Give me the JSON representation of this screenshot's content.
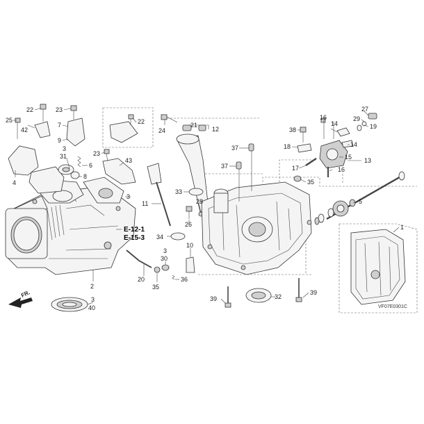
{
  "diagram": {
    "code": "VF07E0301C",
    "direction_label": "FR.",
    "references": [
      "E-12-1",
      "E-15-3"
    ]
  },
  "callouts": [
    {
      "id": "c25",
      "text": "25"
    },
    {
      "id": "c42",
      "text": "42"
    },
    {
      "id": "c22a",
      "text": "22"
    },
    {
      "id": "c23a",
      "text": "23"
    },
    {
      "id": "c7",
      "text": "7"
    },
    {
      "id": "c9",
      "text": "9"
    },
    {
      "id": "c3a",
      "text": "3"
    },
    {
      "id": "c31",
      "text": "31"
    },
    {
      "id": "c4",
      "text": "4"
    },
    {
      "id": "c6",
      "text": "6"
    },
    {
      "id": "c8",
      "text": "8"
    },
    {
      "id": "c23b",
      "text": "23"
    },
    {
      "id": "c43",
      "text": "43"
    },
    {
      "id": "c22b",
      "text": "22"
    },
    {
      "id": "c24",
      "text": "24"
    },
    {
      "id": "c21",
      "text": "21"
    },
    {
      "id": "c12",
      "text": "12"
    },
    {
      "id": "c3b",
      "text": "3"
    },
    {
      "id": "c11",
      "text": "11"
    },
    {
      "id": "c33",
      "text": "33"
    },
    {
      "id": "c28",
      "text": "28"
    },
    {
      "id": "c26",
      "text": "26"
    },
    {
      "id": "c34",
      "text": "34"
    },
    {
      "id": "c10",
      "text": "10"
    },
    {
      "id": "c3c",
      "text": "3"
    },
    {
      "id": "c30",
      "text": "30"
    },
    {
      "id": "c20",
      "text": "20"
    },
    {
      "id": "c35a",
      "text": "35"
    },
    {
      "id": "c36",
      "text": "36"
    },
    {
      "id": "c2",
      "text": "2"
    },
    {
      "id": "c3d",
      "text": "3"
    },
    {
      "id": "c40",
      "text": "40"
    },
    {
      "id": "c37a",
      "text": "37"
    },
    {
      "id": "c37b",
      "text": "37"
    },
    {
      "id": "c39a",
      "text": "39"
    },
    {
      "id": "c32",
      "text": "32"
    },
    {
      "id": "c39b",
      "text": "39"
    },
    {
      "id": "c38",
      "text": "38"
    },
    {
      "id": "c18",
      "text": "18"
    },
    {
      "id": "c16a",
      "text": "16"
    },
    {
      "id": "c14a",
      "text": "14"
    },
    {
      "id": "c14b",
      "text": "14"
    },
    {
      "id": "c15",
      "text": "15"
    },
    {
      "id": "c17",
      "text": "17"
    },
    {
      "id": "c16b",
      "text": "16"
    },
    {
      "id": "c35b",
      "text": "35"
    },
    {
      "id": "c13",
      "text": "13"
    },
    {
      "id": "c27",
      "text": "27"
    },
    {
      "id": "c29",
      "text": "29"
    },
    {
      "id": "c19",
      "text": "19"
    },
    {
      "id": "c5",
      "text": "5"
    },
    {
      "id": "c1",
      "text": "1"
    }
  ]
}
